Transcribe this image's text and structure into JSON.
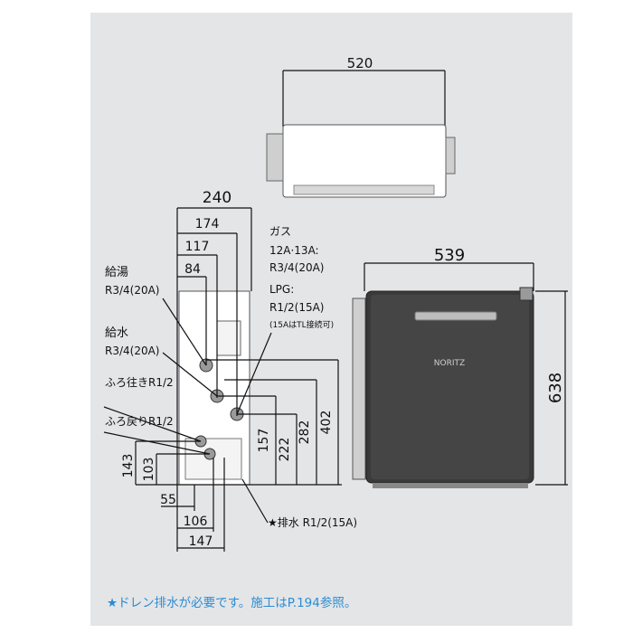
{
  "top_view": {
    "width_dim": "520"
  },
  "side_view": {
    "dims": {
      "d240": "240",
      "d174": "174",
      "d117": "117",
      "d84": "84",
      "d143": "143",
      "d103": "103",
      "d55": "55",
      "d106": "106",
      "d147": "147",
      "d157": "157",
      "d222": "222",
      "d282": "282",
      "d402": "402"
    },
    "labels": {
      "hot_water_title": "給湯",
      "hot_water_size": "R3/4(20A)",
      "supply_title": "給水",
      "supply_size": "R3/4(20A)",
      "bath_in": "ふろ往きR1/2",
      "bath_return": "ふろ戻りR1/2",
      "gas_title": "ガス",
      "gas_city": "12A·13A:",
      "gas_city_size": "R3/4(20A)",
      "gas_lpg": "LPG:",
      "gas_lpg_size": "R1/2(15A)",
      "gas_note": "(15AはTL接続可)",
      "drain": "★排水 R1/2(15A)"
    }
  },
  "front_view": {
    "width_dim": "539",
    "height_dim": "638",
    "brand": "NORITZ"
  },
  "footer_note": "★ドレン排水が必要です。施工はP.194参照。",
  "colors": {
    "panel_bg": "#e4e5e6",
    "note_blue": "#2a8dd4",
    "unit_dark": "#3a3a3a"
  }
}
